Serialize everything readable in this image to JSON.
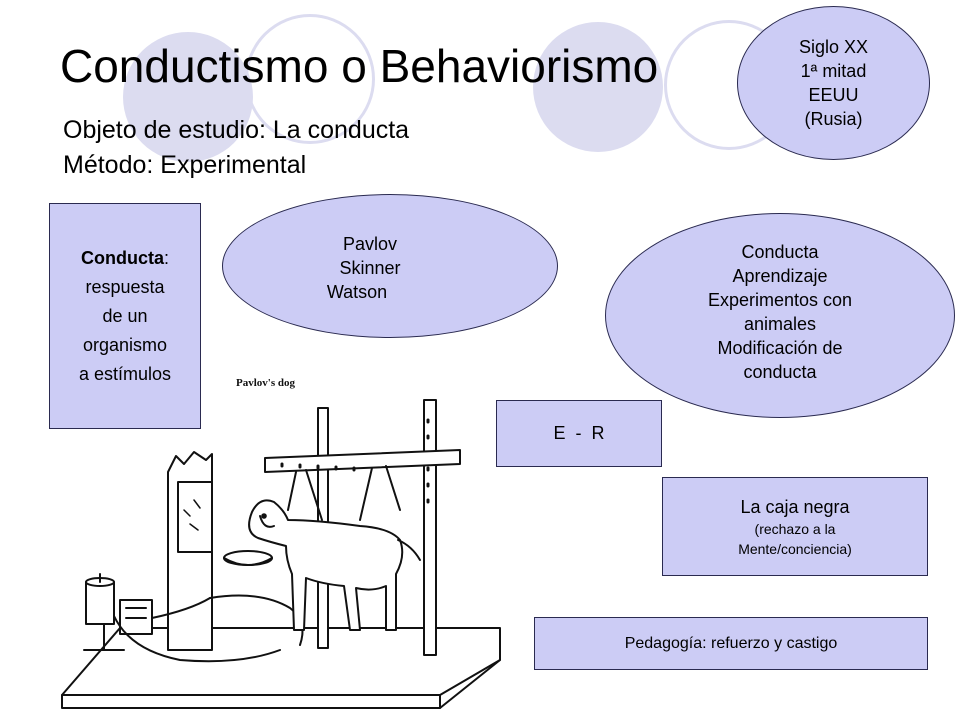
{
  "title": "Conductismo o Behaviorismo",
  "objeto": "Objeto de estudio: La conducta",
  "metodo": "Método: Experimental",
  "siglo": [
    "Siglo XX",
    "1ª mitad",
    "EEUU",
    "(Rusia)"
  ],
  "autores": [
    "Pavlov",
    "Skinner",
    "Watson"
  ],
  "temas": [
    "Conducta",
    "Aprendizaje",
    "Experimentos con",
    "animales",
    "Modificación de",
    "conducta"
  ],
  "definicion": {
    "term": "Conducta",
    "rest": ":",
    "lines": [
      "respuesta",
      "de un",
      "organismo",
      "a estímulos"
    ]
  },
  "er": "E  -  R",
  "caja": {
    "title": "La caja negra",
    "sub1": "(rechazo a la",
    "sub2": "Mente/conciencia)"
  },
  "pedagogia": "Pedagogía: refuerzo y castigo",
  "image_caption": "Pavlov's dog",
  "colors": {
    "box_fill": "#ccccf5",
    "decor": "#dcdcf0",
    "border": "#2a2a50"
  }
}
